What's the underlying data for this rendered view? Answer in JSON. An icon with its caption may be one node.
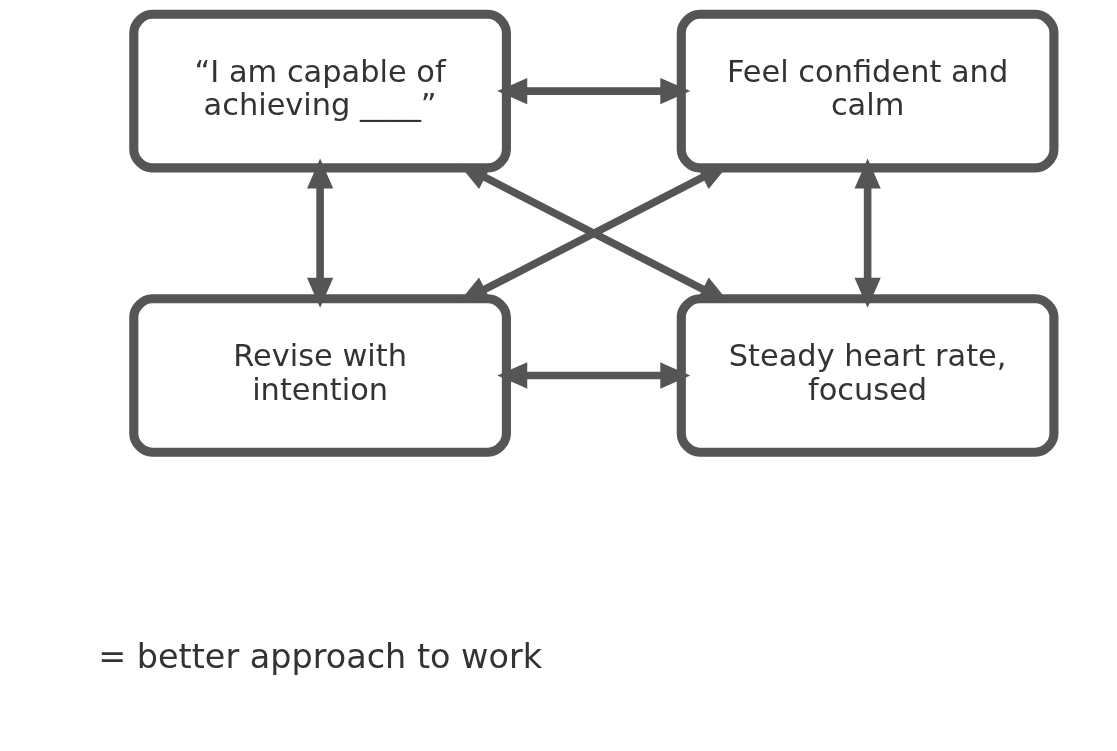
{
  "diagram": {
    "nodes": [
      {
        "text": [
          "“I am capable of achieving ____”"
        ]
      },
      {
        "text": [
          "Feel confident and calm"
        ]
      },
      {
        "text": [
          "Revise with intention"
        ]
      },
      {
        "text": [
          "Steady heart rate, focused"
        ]
      }
    ],
    "edges": [
      {
        "from": 0,
        "to": 1,
        "arrow": "both"
      },
      {
        "from": 0,
        "to": 2,
        "arrow": "both"
      },
      {
        "from": 1,
        "to": 3,
        "arrow": "both"
      },
      {
        "from": 0,
        "to": 3,
        "arrow": "both"
      },
      {
        "from": 1,
        "to": 2,
        "arrow": "both"
      },
      {
        "from": 2,
        "to": 3,
        "arrow": "both"
      }
    ],
    "labels": [
      "= better approach to work"
    ]
  }
}
